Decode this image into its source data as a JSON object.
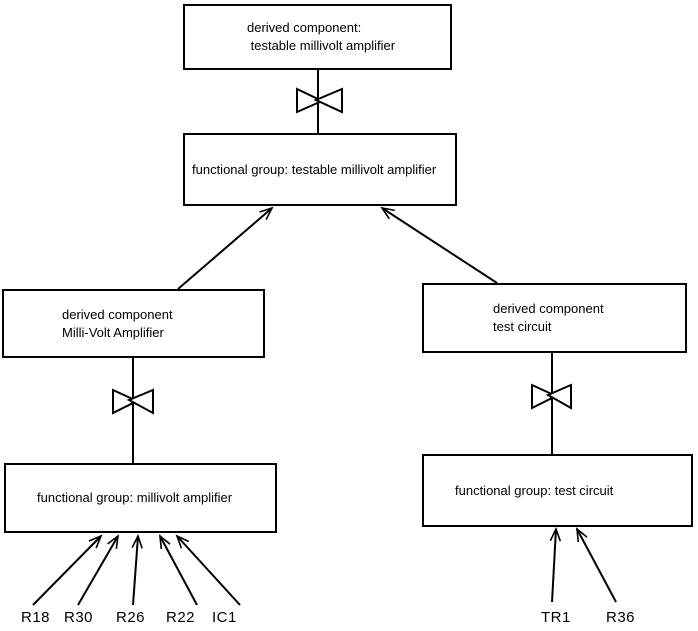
{
  "colors": {
    "background": "#ffffff",
    "line": "#000000",
    "box_fill": "#ffffff",
    "text": "#000000"
  },
  "icons": {
    "bowtie": "bowtie-decomposition-connector",
    "arrowhead": "open-v-arrowhead"
  },
  "nodes": {
    "top_derived": {
      "label": "derived component:\n testable millivolt amplifier"
    },
    "top_functional": {
      "label": "functional group: testable millivolt amplifier"
    },
    "left_derived": {
      "label": "derived component\nMilli-Volt Amplifier"
    },
    "right_derived": {
      "label": "derived component\ntest circuit"
    },
    "left_functional": {
      "label": "functional group: millivolt amplifier"
    },
    "right_functional": {
      "label": "functional group: test circuit"
    }
  },
  "refs": {
    "left": [
      "R18",
      "R30",
      "R26",
      "R22",
      "IC1"
    ],
    "right": [
      "TR1",
      "R36"
    ]
  }
}
